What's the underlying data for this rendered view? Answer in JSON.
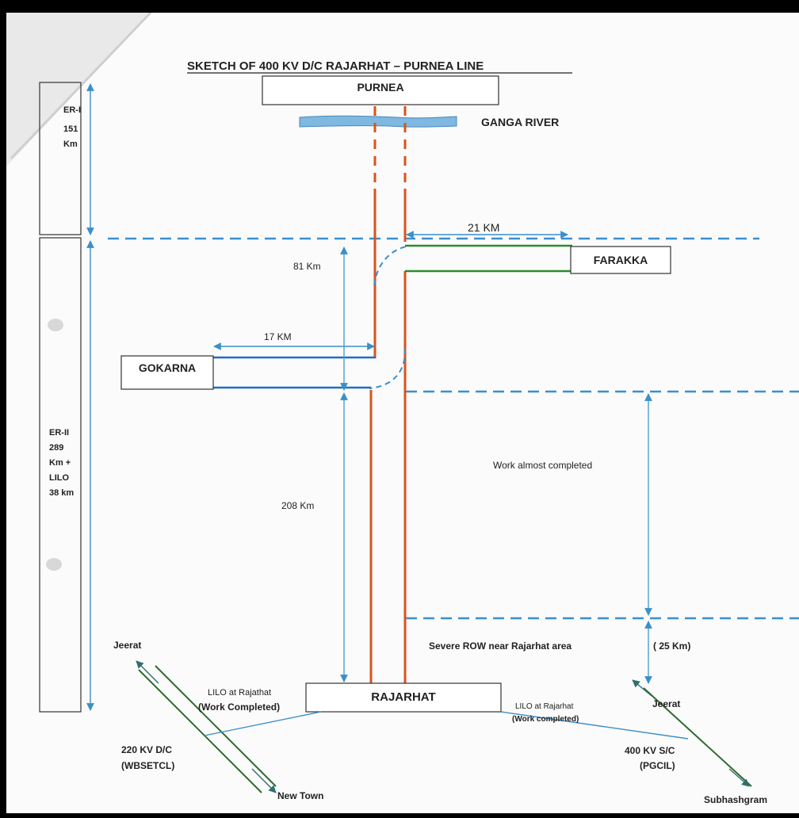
{
  "title": "SKETCH OF 400 KV D/C RAJARHAT – PURNEA LINE",
  "stations": {
    "purnea": "PURNEA",
    "farakka": "FARAKKA",
    "gokarna": "GOKARNA",
    "rajarhat": "RAJARHAT"
  },
  "river": "GANGA RIVER",
  "regions": {
    "er1": [
      "ER-I",
      "151",
      "Km"
    ],
    "er2": [
      "ER-II",
      "289",
      "Km +",
      "LILO",
      "38 km"
    ]
  },
  "distances": {
    "farakka_spur": "21 KM",
    "gokarna_spur": "17 KM",
    "upper_section": "81 Km",
    "lower_section": "208 Km"
  },
  "notes": {
    "work_status": "Work almost completed",
    "row_issue": "Severe ROW near Rajarhat area",
    "row_length": "( 25 Km)"
  },
  "left_lilo": {
    "jeerat": "Jeerat",
    "label1": "LILO at Rajathat",
    "label2": "(Work Completed)",
    "voltage1": "220 KV D/C",
    "voltage2": "(WBSETCL)",
    "new_town": "New Town"
  },
  "right_lilo": {
    "label1": "LILO at Rajarhat",
    "label2": "(Work completed)",
    "jeerat": "Jeerat",
    "voltage1": "400 KV S/C",
    "voltage2": "(PGCIL)",
    "subhashgram": "Subhashgram"
  },
  "colors": {
    "line_orange": "#d9531e",
    "line_green": "#2e8b2e",
    "line_blue": "#1f6fc0",
    "dim_blue": "#4a9fd0",
    "river": "#7fb8e0"
  }
}
